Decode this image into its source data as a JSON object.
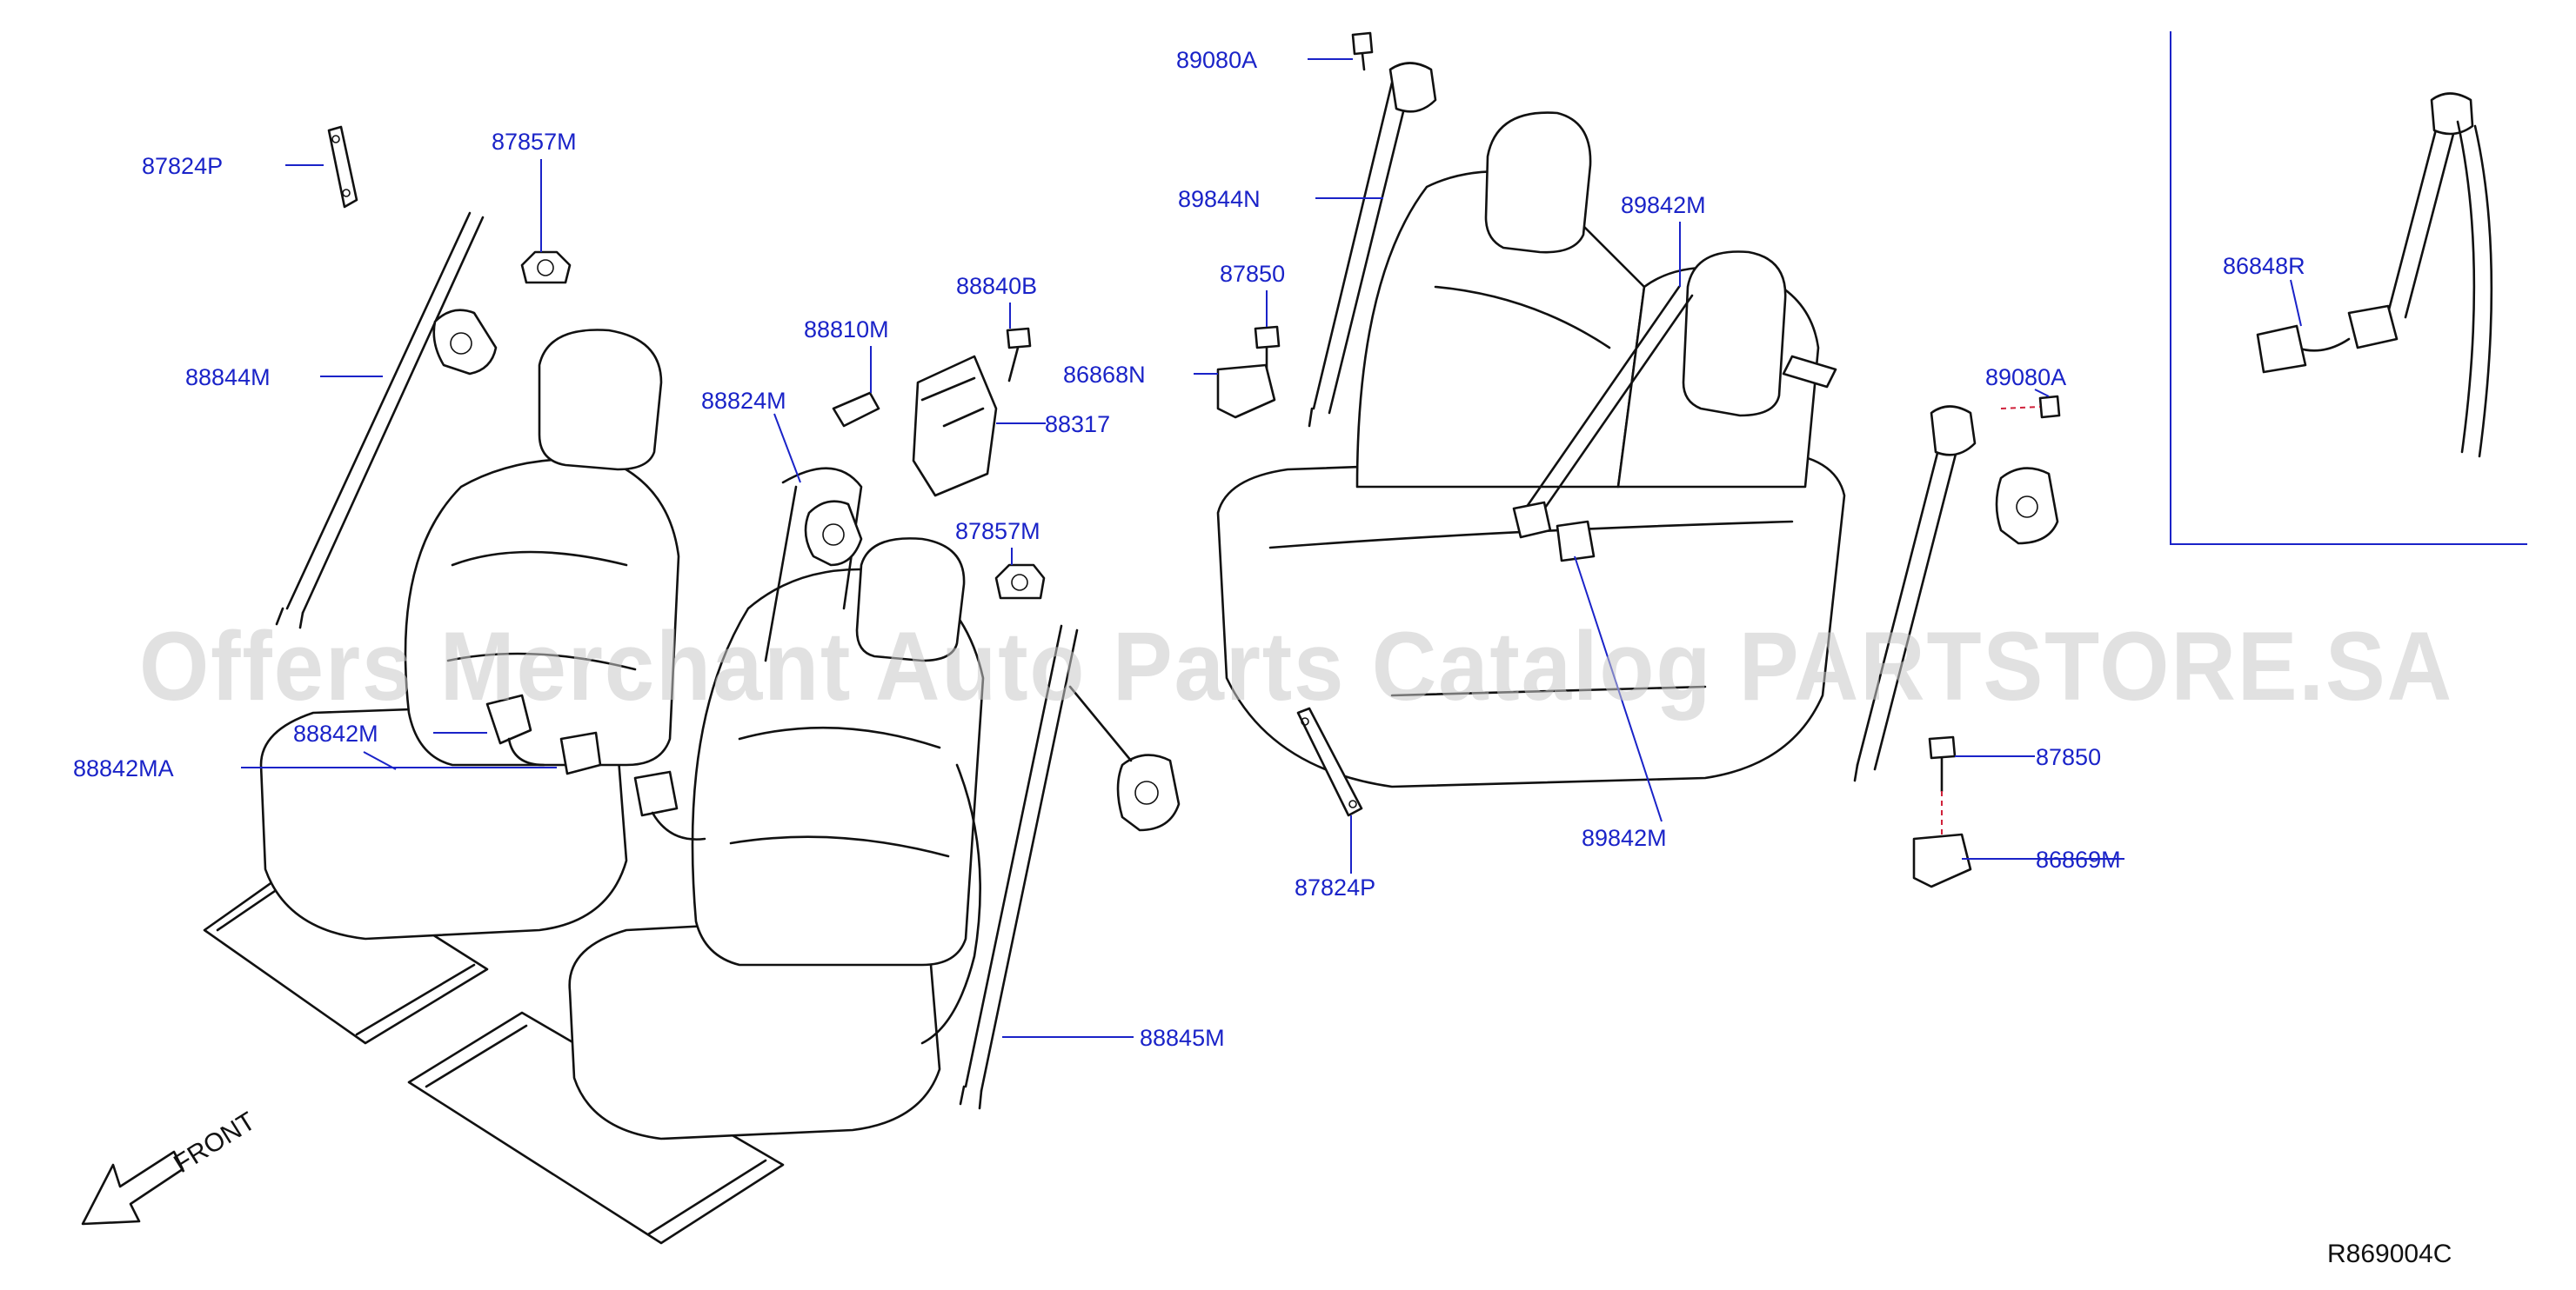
{
  "labels": {
    "p87824P_a": "87824P",
    "p87857M_a": "87857M",
    "p88844M": "88844M",
    "p88840B": "88840B",
    "p88810M": "88810M",
    "p86868N": "86868N",
    "p88824M": "88824M",
    "p88317": "88317",
    "p87857M_b": "87857M",
    "p88842M": "88842M",
    "p88842MA": "88842MA",
    "p88845M": "88845M",
    "p89080A_a": "89080A",
    "p89844N": "89844N",
    "p87850_a": "87850",
    "p89842M_a": "89842M",
    "p89842M_b": "89842M",
    "p87824P_b": "87824P",
    "p89080A_b": "89080A",
    "p87850_b": "87850",
    "p86869M": "86869M",
    "p86848R": "86848R"
  },
  "ref_code": "R869004C",
  "front_label": "FRONT",
  "watermark": "Offers Merchant Auto Parts Catalog PARTSTORE.SA",
  "colors": {
    "label": "#1a23c8",
    "line_art": "#111111",
    "watermark": "#c9c9c9",
    "connector": "#d0213a"
  }
}
